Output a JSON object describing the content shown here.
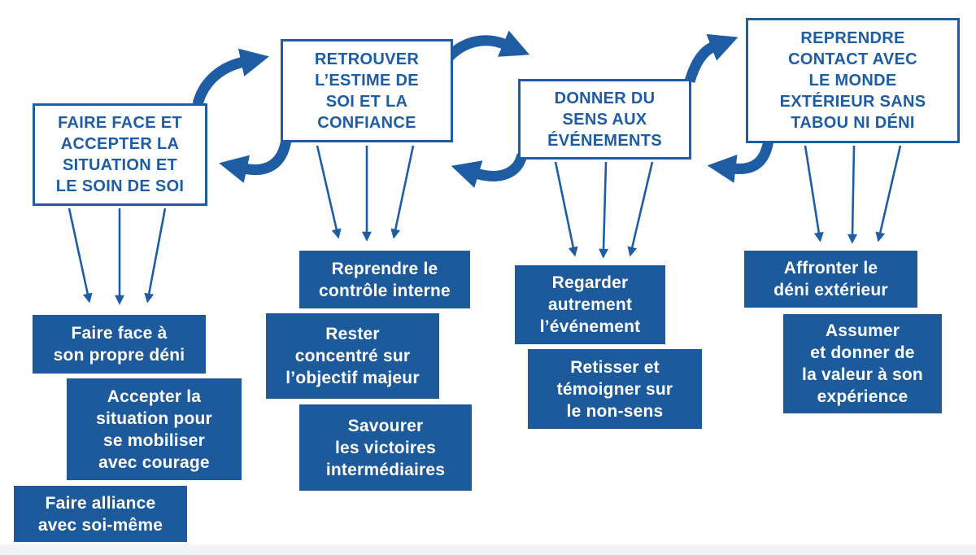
{
  "colors": {
    "primary_blue": "#1e5da4",
    "box_fill": "#1d5a9c",
    "box_text": "#ffffff",
    "background": "#ffffff",
    "footer_strip": "#f2f4f6"
  },
  "stages": [
    {
      "title": "FAIRE FACE ET\nACCEPTER LA\nSITUATION ET\nLE SOIN DE SOI",
      "items": [
        "Faire face à\nson propre déni",
        "Accepter la\nsituation pour\nse mobiliser\navec courage",
        "Faire alliance\navec soi-même"
      ]
    },
    {
      "title": "RETROUVER\nL’ESTIME DE\nSOI ET LA\nCONFIANCE",
      "items": [
        "Reprendre le\ncontrôle interne",
        "Rester\nconcentré sur\nl’objectif majeur",
        "Savourer\nles victoires\nintermédiaires"
      ]
    },
    {
      "title": "DONNER DU\nSENS AUX\nÉVÉNEMENTS",
      "items": [
        "Regarder\nautrement\nl’événement",
        "Retisser et\ntémoigner sur\nle non-sens"
      ]
    },
    {
      "title": "REPRENDRE\nCONTACT AVEC\nLE MONDE\nEXTÉRIEUR SANS\nTABOU NI DÉNI",
      "items": [
        "Affronter le\ndéni extérieur",
        "Assumer\net donner de\nla valeur à son\nexpérience"
      ]
    }
  ]
}
